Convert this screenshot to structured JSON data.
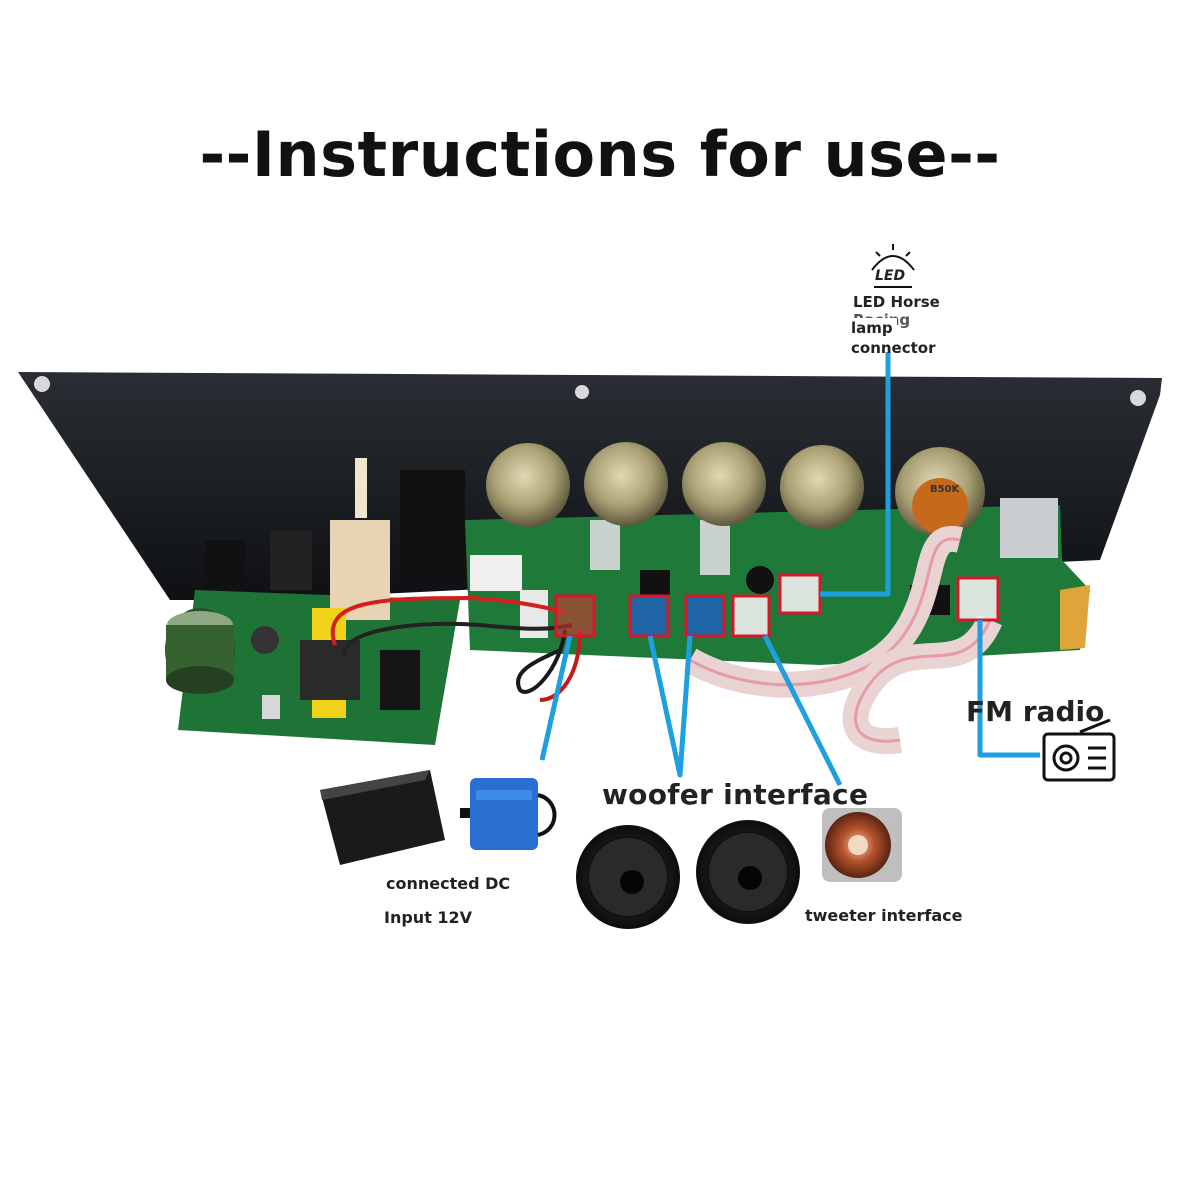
{
  "title": "--Instructions for use--",
  "labels": {
    "led_icon": "LED",
    "led_line1": "LED Horse",
    "led_line2": "Racing",
    "led_line3": "lamp",
    "led_line4": "connector",
    "fm_radio": "FM radio",
    "woofer": "woofer interface",
    "tweeter": "tweeter interface",
    "dc_line1": "connected DC",
    "dc_line2": "Input 12V",
    "pot_marking": "B50K"
  },
  "colors": {
    "callout_line": "#1e9fe0",
    "connector_box": "#d8182a",
    "panel": "#15181c",
    "pcb": "#1f7a3a"
  },
  "icons": [
    "led-bulb-icon",
    "radio-icon",
    "battery-icon",
    "battery-pack-icon",
    "woofer-speaker-icon",
    "tweeter-speaker-icon"
  ]
}
